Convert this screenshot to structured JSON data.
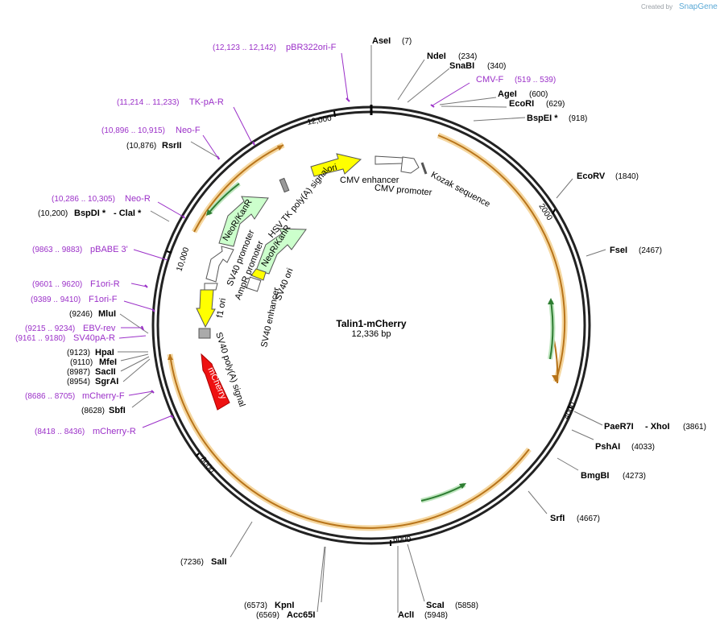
{
  "branding": {
    "created_by": "Created by",
    "brand": "SnapGene"
  },
  "plasmid": {
    "name": "Talin1-mCherry",
    "size_label": "12,336 bp"
  },
  "ticks": [
    "2000",
    "4000",
    "6000",
    "8000",
    "10,000",
    "12,000"
  ],
  "enzymes": [
    {
      "name": "AseI",
      "pos": "(7)"
    },
    {
      "name": "NdeI",
      "pos": "(234)"
    },
    {
      "name": "SnaBI",
      "pos": "(340)"
    },
    {
      "name": "AgeI",
      "pos": "(600)"
    },
    {
      "name": "EcoRI",
      "pos": "(629)"
    },
    {
      "name": "BspEI *",
      "pos": "(918)"
    },
    {
      "name": "EcoRV",
      "pos": "(1840)"
    },
    {
      "name": "FseI",
      "pos": "(2467)"
    },
    {
      "name": "PaeR7I",
      "name2": "- XhoI",
      "pos": "(3861)"
    },
    {
      "name": "PshAI",
      "pos": "(4033)"
    },
    {
      "name": "BmgBI",
      "pos": "(4273)"
    },
    {
      "name": "SrfI",
      "pos": "(4667)"
    },
    {
      "name": "ScaI",
      "pos": "(5858)"
    },
    {
      "name": "AclI",
      "pos": "(5948)"
    },
    {
      "name": "KpnI",
      "pos": "(6573)"
    },
    {
      "name": "Acc65I",
      "pos": "(6569)"
    },
    {
      "name": "SalI",
      "pos": "(7236)"
    },
    {
      "name": "SbfI",
      "pos": "(8628)"
    },
    {
      "name": "SgrAI",
      "pos": "(8954)"
    },
    {
      "name": "SacII",
      "pos": "(8987)"
    },
    {
      "name": "MfeI",
      "pos": "(9110)"
    },
    {
      "name": "HpaI",
      "pos": "(9123)"
    },
    {
      "name": "MluI",
      "pos": "(9246)"
    },
    {
      "name": "BspDI *",
      "name2": "- ClaI *",
      "pos": "(10,200)"
    },
    {
      "name": "RsrII",
      "pos": "(10,876)"
    }
  ],
  "primers": [
    {
      "name": "pBR322ori-F",
      "range": "(12,123 .. 12,142)"
    },
    {
      "name": "TK-pA-R",
      "range": "(11,214 .. 11,233)"
    },
    {
      "name": "Neo-F",
      "range": "(10,896 .. 10,915)"
    },
    {
      "name": "Neo-R",
      "range": "(10,286 .. 10,305)"
    },
    {
      "name": "pBABE 3'",
      "range": "(9863 .. 9883)"
    },
    {
      "name": "F1ori-R",
      "range": "(9601 .. 9620)"
    },
    {
      "name": "F1ori-F",
      "range": "(9389 .. 9410)"
    },
    {
      "name": "EBV-rev",
      "range": "(9215 .. 9234)"
    },
    {
      "name": "SV40pA-R",
      "range": "(9161 .. 9180)"
    },
    {
      "name": "mCherry-F",
      "range": "(8686 .. 8705)"
    },
    {
      "name": "mCherry-R",
      "range": "(8418 .. 8436)"
    },
    {
      "name": "CMV-F",
      "range": "(519 .. 539)"
    }
  ],
  "features": {
    "ori": "ori",
    "cmv_enhancer": "CMV enhancer",
    "cmv_promoter": "CMV promoter",
    "kozak": "Kozak sequence",
    "hsv_tk": "HSV TK poly(A) signal",
    "neo_outer": "NeoR/KanR",
    "neo_inner": "NeoR/KanR",
    "sv40_promoter": "SV40 promoter",
    "ampr_promoter": "AmpR promoter",
    "f1_ori": "f1 ori",
    "sv40_enhancer": "SV40 enhancer",
    "sv40_ori": "SV40 ori",
    "sv40_polya": "SV40 poly(A) signal",
    "mcherry": "mCherry"
  },
  "colors": {
    "ori": "#ffff00",
    "neo": "#ccffcc",
    "mcherry": "#ff0000",
    "orf_fill": "#e8c088",
    "orf_stroke": "#c88a2a",
    "green_orf": "#4caf50",
    "primer": "#9b30c8"
  }
}
